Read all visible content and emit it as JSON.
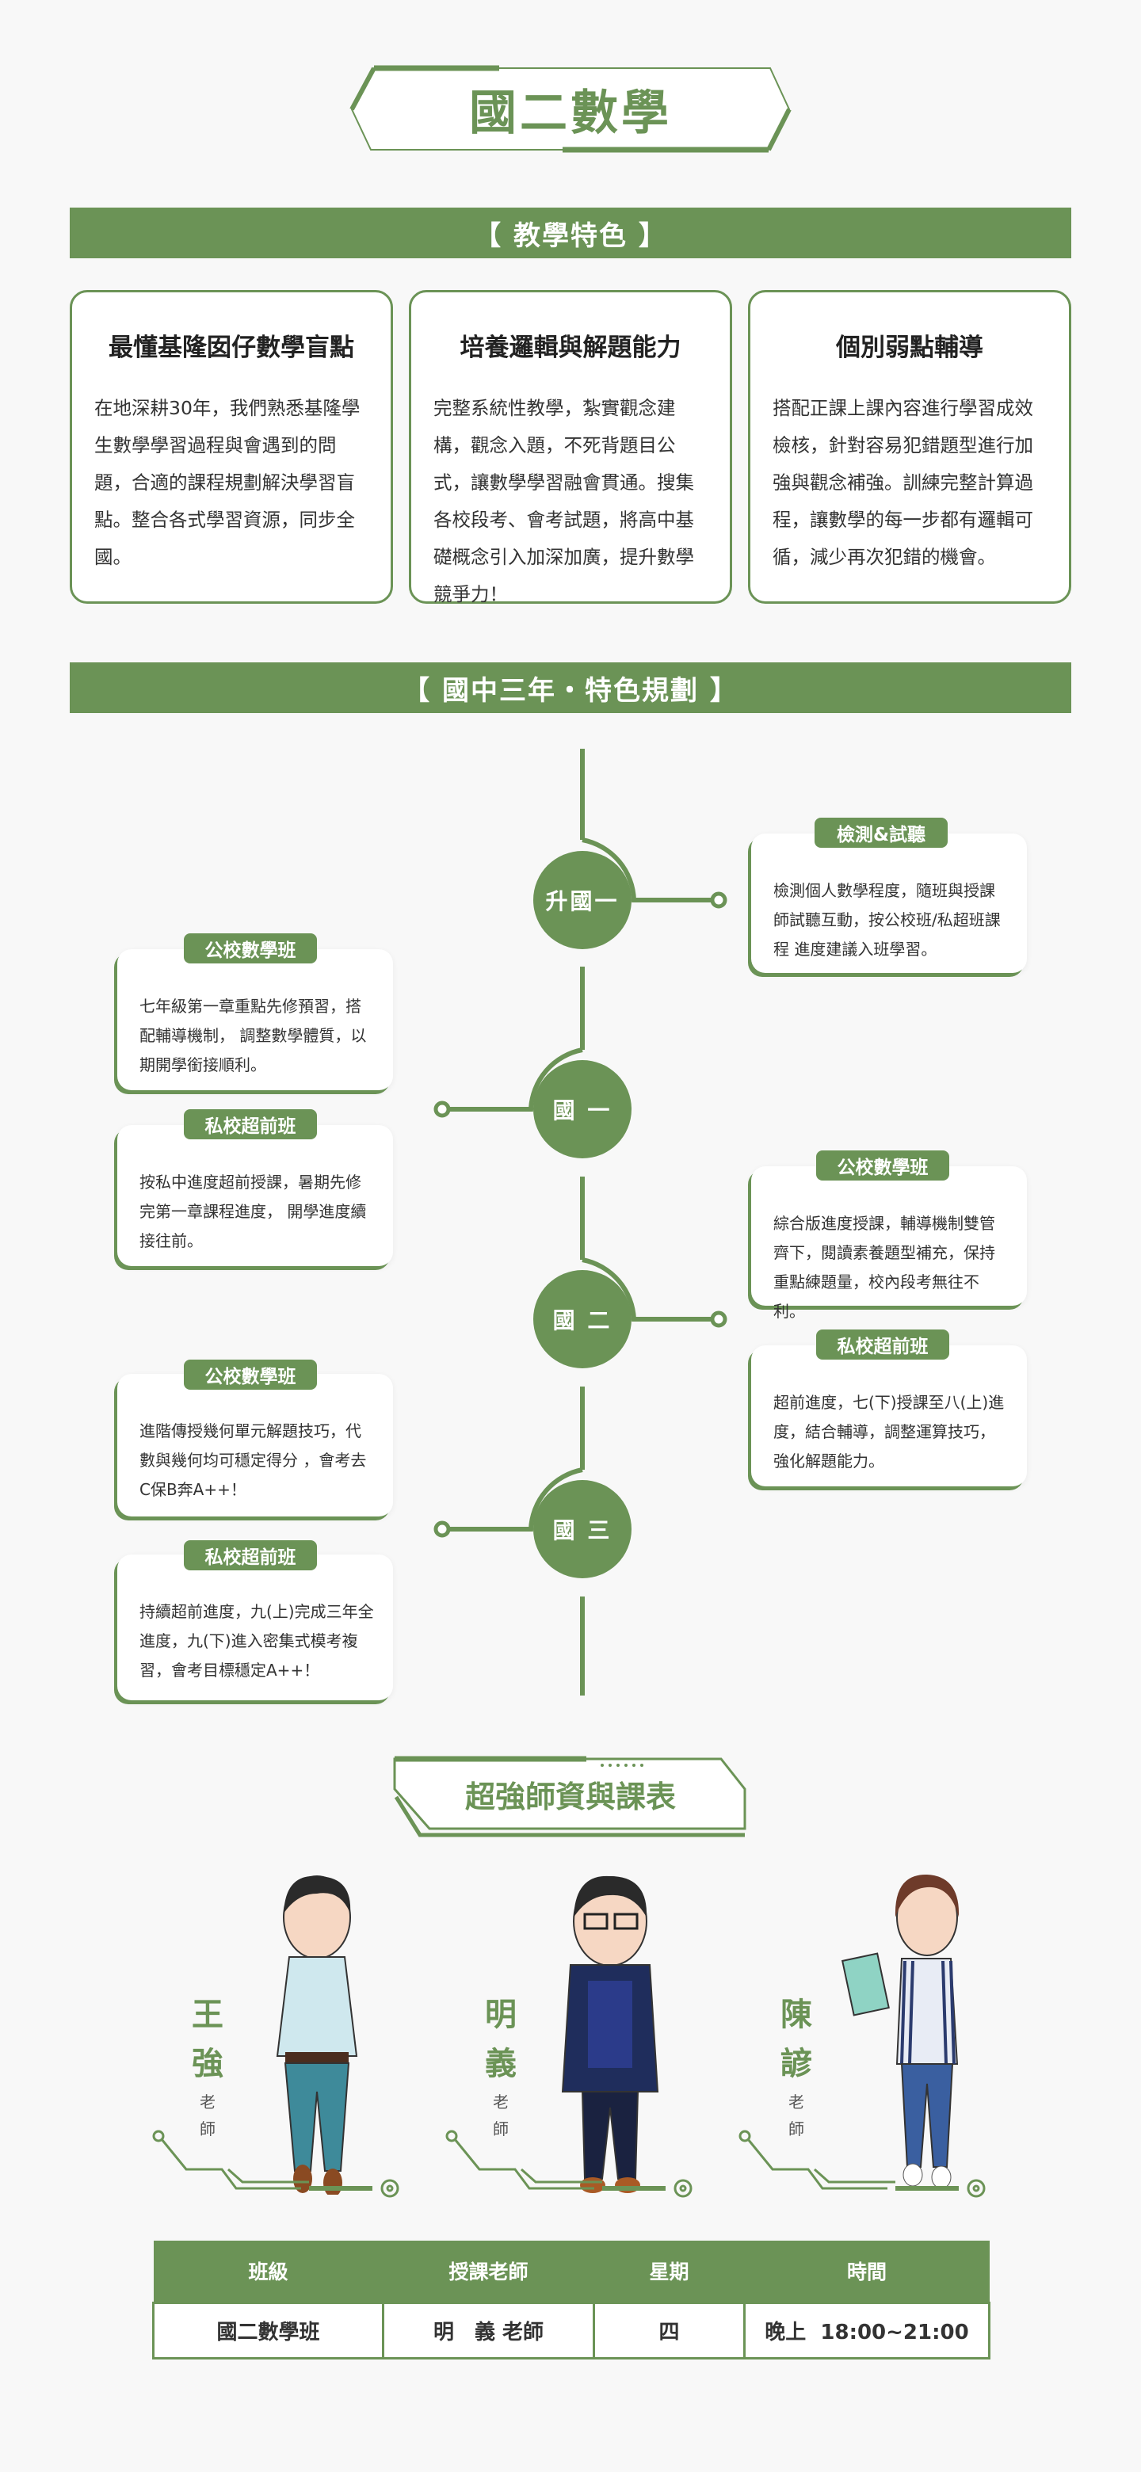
{
  "page_title": "國二數學",
  "section1": {
    "banner": "【  教學特色  】",
    "cards": [
      {
        "title": "最懂基隆囡仔數學盲點",
        "body": "在地深耕30年，我們熟悉基隆學生數學學習過程與會遇到的問題，合適的課程規劃解決學習盲點。整合各式學習資源，同步全國。"
      },
      {
        "title": "培養邏輯與解題能力",
        "body": "完整系統性教學，紮實觀念建構，觀念入題，不死背題目公式，讓數學學習融會貫通。搜集各校段考、會考試題，將高中基礎概念引入加深加廣，提升數學競爭力！"
      },
      {
        "title": "個別弱點輔導",
        "body": "搭配正課上課內容進行學習成效檢核，針對容易犯錯題型進行加強與觀念補強。訓練完整計算過程，讓數學的每一步都有邏輯可循，減少再次犯錯的機會。"
      }
    ]
  },
  "section2": {
    "banner": "【 國中三年・特色規劃 】",
    "nodes": [
      "升國一",
      "國 一",
      "國 二",
      "國 三"
    ],
    "cards": [
      {
        "label": "檢測&試聽",
        "body": "檢測個人數學程度，隨班與授課師試聽互動，按公校班/私超班課程 進度建議入班學習。"
      },
      {
        "label": "公校數學班",
        "body": "七年級第一章重點先修預習，搭配輔導機制， 調整數學體質，以期開學銜接順利。"
      },
      {
        "label": "私校超前班",
        "body": "按私中進度超前授課，暑期先修完第一章課程進度， 開學進度續接往前。"
      },
      {
        "label": "公校數學班",
        "body": "綜合版進度授課，輔導機制雙管齊下，閱讀素養題型補充，保持重點練題量，校內段考無往不利。"
      },
      {
        "label": "私校超前班",
        "body": "超前進度，七(下)授課至八(上)進度，結合輔導，調整運算技巧，強化解題能力。"
      },
      {
        "label": "公校數學班",
        "body": "進階傳授幾何單元解題技巧，代數與幾何均可穩定得分 ，會考去C保B奔A++！"
      },
      {
        "label": "私校超前班",
        "body": "持續超前進度，九(上)完成三年全進度，九(下)進入密集式模考複習，會考目標穩定A++！"
      }
    ]
  },
  "section3": {
    "header": "超強師資與課表",
    "teachers": [
      {
        "name1": "王",
        "name2": "強",
        "role1": "老",
        "role2": "師"
      },
      {
        "name1": "明",
        "name2": "義",
        "role1": "老",
        "role2": "師"
      },
      {
        "name1": "陳",
        "name2": "諺",
        "role1": "老",
        "role2": "師"
      }
    ],
    "table": {
      "headers": [
        "班級",
        "授課老師",
        "星期",
        "時間"
      ],
      "rows": [
        [
          "國二數學班",
          "明　義 老師",
          "四",
          "晚上  18:00~21:00"
        ]
      ]
    }
  },
  "colors": {
    "accent": "#6b9356"
  }
}
